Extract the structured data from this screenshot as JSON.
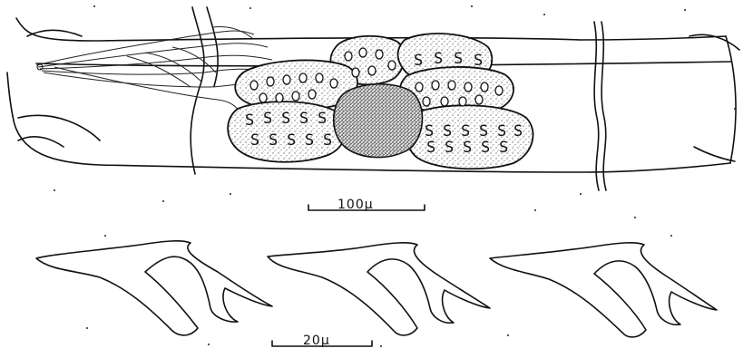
{
  "figure": {
    "scale_bar_top": {
      "label": "100μ"
    },
    "scale_bar_bottom": {
      "label": "20μ"
    },
    "lobe_marks": {
      "s": "S",
      "o": "o"
    },
    "hook_count": 3
  }
}
